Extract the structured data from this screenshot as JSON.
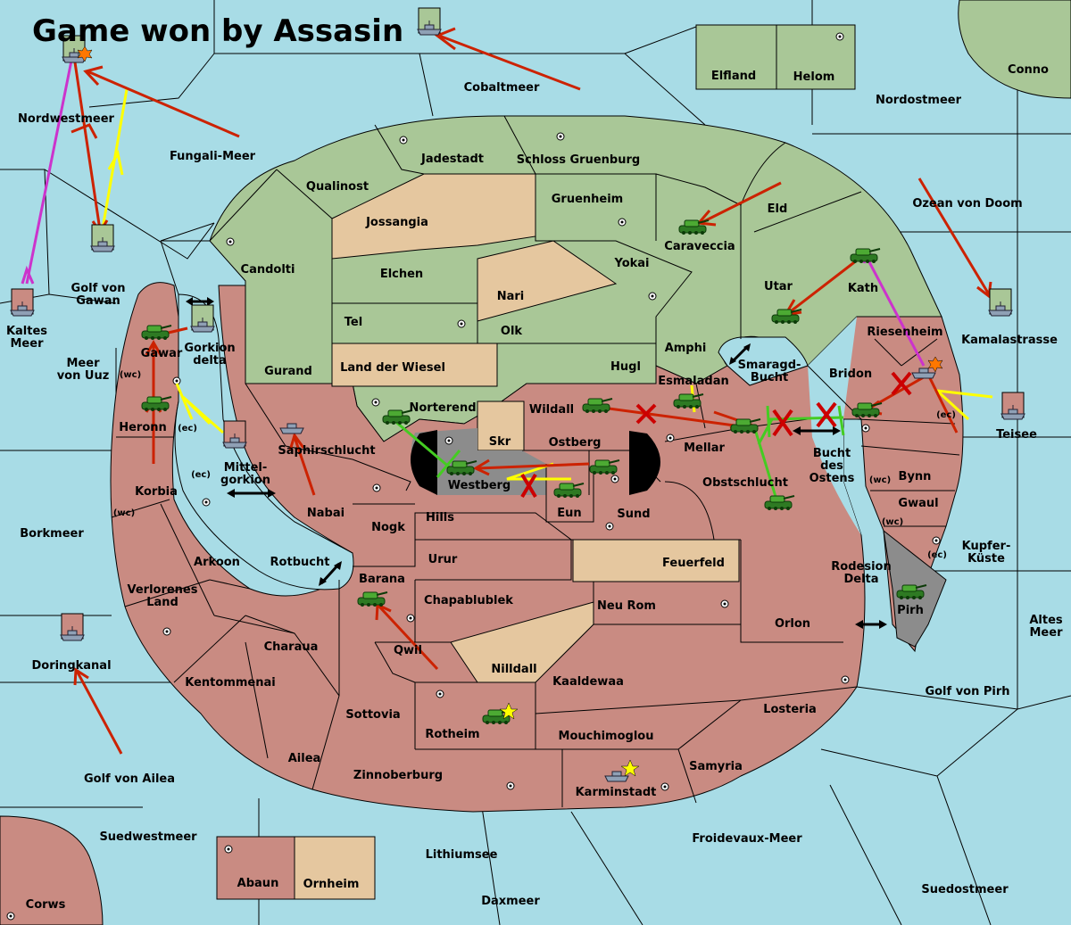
{
  "title": "Game won by Assasin",
  "colors": {
    "sea": "#a8dce6",
    "green_power": "#a9c797",
    "red_power": "#c98b82",
    "neutral": "#e5c79f",
    "impassable": "#8c8c8c",
    "move_order": "#cc2200",
    "support_order": "#ffff00",
    "convoy_order": "#cc33cc",
    "green_order": "#44cc22"
  },
  "regions": {
    "nordwestmeer": "Nordwestmeer",
    "cobaltmeer": "Cobaltmeer",
    "elfland": "Elfland",
    "helom": "Helom",
    "conno": "Conno",
    "nordostmeer": "Nordostmeer",
    "fungali_meer": "Fungali-Meer",
    "jadestadt": "Jadestadt",
    "schloss_gruenburg": "Schloss Gruenburg",
    "qualinost": "Qualinost",
    "gruenheim": "Gruenheim",
    "eld": "Eld",
    "ozean_von_doom": "Ozean von Doom",
    "jossangia": "Jossangia",
    "caraveccia": "Caraveccia",
    "candolti": "Candolti",
    "elchen": "Elchen",
    "yokai": "Yokai",
    "golf_von_gawan_1": "Golf von",
    "golf_von_gawan_2": "Gawan",
    "nari": "Nari",
    "utar": "Utar",
    "kath": "Kath",
    "kaltes_meer_1": "Kaltes",
    "kaltes_meer_2": "Meer",
    "kamalastrasse": "Kamalastrasse",
    "tel": "Tel",
    "olk": "Olk",
    "riesenheim": "Riesenheim",
    "amphi": "Amphi",
    "gorkion_delta_1": "Gorkion",
    "gorkion_delta_2": "delta",
    "gawar": "Gawar",
    "meer_von_uuz_1": "Meer",
    "meer_von_uuz_2": "von Uuz",
    "gurand": "Gurand",
    "land_der_wiesel": "Land der Wiesel",
    "hugl": "Hugl",
    "smaragd_bucht_1": "Smaragd-",
    "smaragd_bucht_2": "Bucht",
    "bridon": "Bridon",
    "esmaladan": "Esmaladan",
    "norterend": "Norterend",
    "wildall": "Wildall",
    "heronn": "Heronn",
    "teisee": "Teisee",
    "skr": "Skr",
    "ostberg": "Ostberg",
    "mellar": "Mellar",
    "saphirschlucht": "Saphirschlucht",
    "bucht_des_ostens_1": "Bucht",
    "bucht_des_ostens_2": "des",
    "bucht_des_ostens_3": "Ostens",
    "mittelgorkion_1": "Mittel-",
    "mittelgorkion_2": "gorkion",
    "westberg": "Westberg",
    "obstschlucht": "Obstschlucht",
    "bynn": "Bynn",
    "korbia": "Korbia",
    "eun": "Eun",
    "gwaul": "Gwaul",
    "nabai": "Nabai",
    "hills": "Hills",
    "sund": "Sund",
    "borkmeer": "Borkmeer",
    "nogk": "Nogk",
    "kupferkueste_1": "Kupfer-",
    "kupferkueste_2": "Küste",
    "urur": "Urur",
    "arkoon": "Arkoon",
    "rotbucht": "Rotbucht",
    "feuerfeld": "Feuerfeld",
    "rodesion_delta_1": "Rodesion",
    "rodesion_delta_2": "Delta",
    "barana": "Barana",
    "verlorenes_land_1": "Verlorenes",
    "verlorenes_land_2": "Land",
    "chapablublek": "Chapablublek",
    "neu_rom": "Neu Rom",
    "pirh": "Pirh",
    "altes_meer_1": "Altes",
    "altes_meer_2": "Meer",
    "orlon": "Orlon",
    "charaua": "Charaua",
    "qwil": "Qwil",
    "doringkanal": "Doringkanal",
    "nilldall": "Nilldall",
    "kentommenai": "Kentommenai",
    "kaaldewaa": "Kaaldewaa",
    "golf_von_pirh": "Golf von Pirh",
    "sottovia": "Sottovia",
    "losteria": "Losteria",
    "rotheim": "Rotheim",
    "mouchimoglou": "Mouchimoglou",
    "ailea": "Ailea",
    "samyria": "Samyria",
    "zinnoberburg": "Zinnoberburg",
    "golf_von_ailea": "Golf von Ailea",
    "karminstadt": "Karminstadt",
    "suedwestmeer": "Suedwestmeer",
    "froidevaux_meer": "Froidevaux-Meer",
    "lithiumsee": "Lithiumsee",
    "abaun": "Abaun",
    "ornheim": "Ornheim",
    "suedostmeer": "Suedostmeer",
    "corws": "Corws",
    "daxmeer": "Daxmeer"
  },
  "coast_tags": {
    "wc_gawar": "(wc)",
    "ec_gawar": "(ec)",
    "ec_korbia": "(ec)",
    "wc_korbia": "(wc)",
    "ec_riesenheim": "(ec)",
    "wc_bynn": "(wc)",
    "wc_gwaul": "(wc)",
    "ec_gwaul": "(ec)"
  },
  "units": [
    {
      "type": "fleet",
      "region": "Nordwestmeer",
      "power": "green"
    },
    {
      "type": "fleet",
      "region": "Golf von Gawan",
      "power": "green"
    },
    {
      "type": "fleet",
      "region": "Kaltes Meer",
      "power": "red"
    },
    {
      "type": "fleet",
      "region": "Gorkion delta",
      "power": "green"
    },
    {
      "type": "fleet",
      "region": "Mittelgorkion",
      "power": "red"
    },
    {
      "type": "fleet",
      "region": "Saphirschlucht",
      "power": "red"
    },
    {
      "type": "fleet",
      "region": "Kamalastrasse",
      "power": "green"
    },
    {
      "type": "fleet",
      "region": "Teisee",
      "power": "red"
    },
    {
      "type": "fleet",
      "region": "Riesenheim",
      "power": "red"
    },
    {
      "type": "fleet",
      "region": "Doringkanal",
      "power": "red"
    },
    {
      "type": "fleet",
      "region": "Karminstadt",
      "power": "red"
    },
    {
      "type": "army",
      "region": "Gawar",
      "power": "green"
    },
    {
      "type": "army",
      "region": "Heronn",
      "power": "green"
    },
    {
      "type": "army",
      "region": "Caraveccia",
      "power": "green"
    },
    {
      "type": "army",
      "region": "Utar",
      "power": "green"
    },
    {
      "type": "army",
      "region": "Kath",
      "power": "green"
    },
    {
      "type": "army",
      "region": "Esmaladan",
      "power": "green"
    },
    {
      "type": "army",
      "region": "Norterend",
      "power": "green"
    },
    {
      "type": "army",
      "region": "Wildall",
      "power": "green"
    },
    {
      "type": "army",
      "region": "Westberg",
      "power": "green"
    },
    {
      "type": "army",
      "region": "Ostberg",
      "power": "green"
    },
    {
      "type": "army",
      "region": "Eun",
      "power": "green"
    },
    {
      "type": "army",
      "region": "Mellar",
      "power": "green"
    },
    {
      "type": "army",
      "region": "Bridon",
      "power": "green"
    },
    {
      "type": "army",
      "region": "Obstschlucht",
      "power": "green"
    },
    {
      "type": "army",
      "region": "Pirh",
      "power": "green"
    },
    {
      "type": "army",
      "region": "Barana",
      "power": "green"
    },
    {
      "type": "army",
      "region": "Rotheim",
      "power": "green"
    }
  ]
}
